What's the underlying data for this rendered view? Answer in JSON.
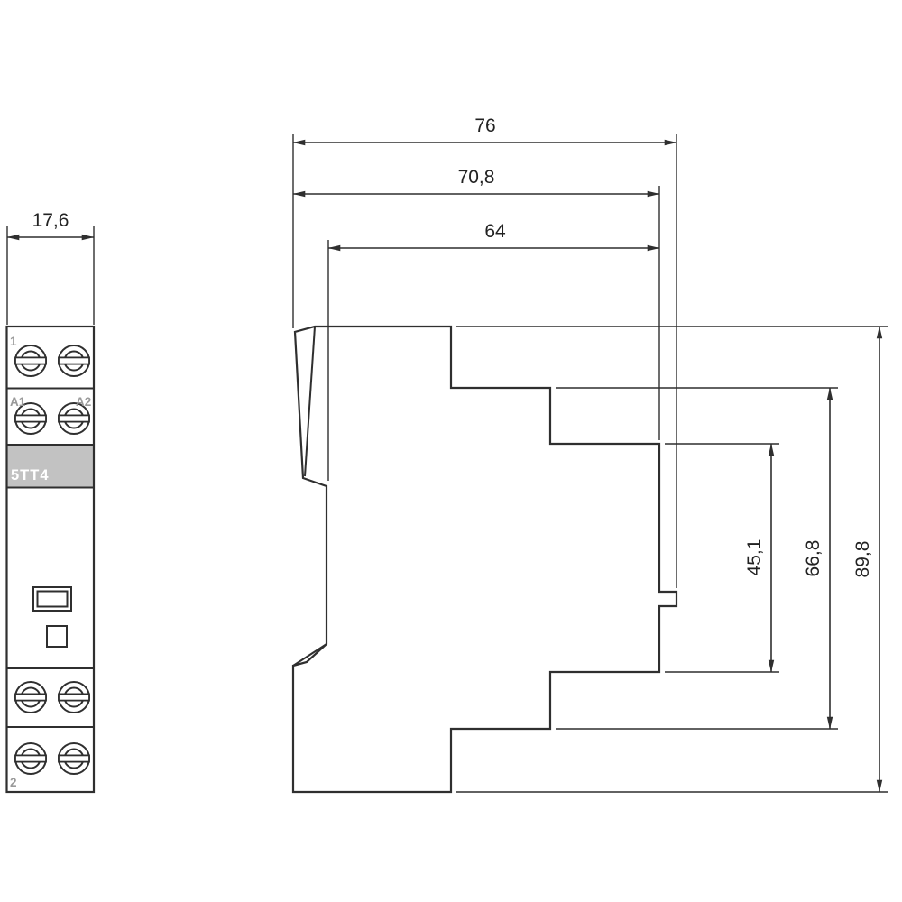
{
  "front_view": {
    "dim_width": "17,6",
    "terminal_top_label": "1",
    "terminal_bottom_label": "2",
    "coil_terminal_left": "A1",
    "coil_terminal_right": "A2",
    "product_label": "5TT4"
  },
  "side_view": {
    "dim_depth_overall": "76",
    "dim_depth_housing": "70,8",
    "dim_depth_front_section": "64",
    "dim_height_front_section": "45,1",
    "dim_height_mid_section": "66,8",
    "dim_height_overall": "89,8"
  },
  "colors": {
    "line": "#2f2f2f",
    "secondary_label": "#9a9a9a",
    "band_fill": "#c2c2c2",
    "band_text": "#ffffff",
    "background": "#ffffff"
  }
}
